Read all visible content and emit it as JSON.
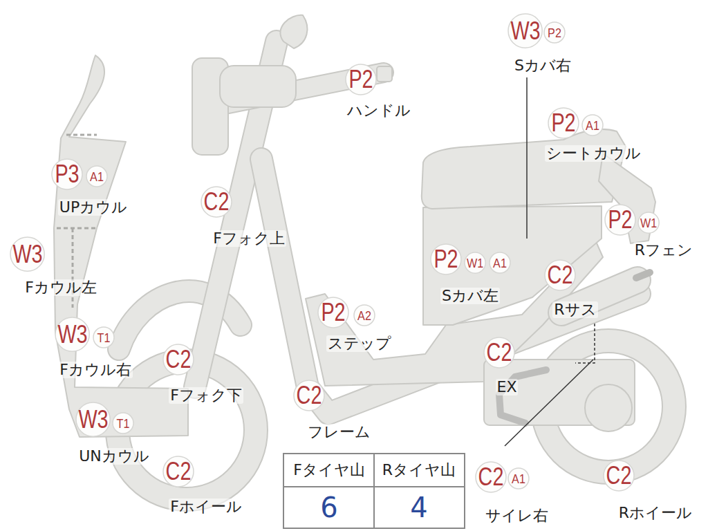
{
  "diagram": {
    "nodes": [
      {
        "text": [
          "W3"
        ]
      },
      {
        "text": [
          "P2"
        ]
      },
      {
        "text": [
          "P2"
        ]
      },
      {
        "text": [
          "P2"
        ]
      },
      {
        "text": [
          "A1"
        ]
      },
      {
        "text": [
          "P3"
        ]
      },
      {
        "text": [
          "A1"
        ]
      },
      {
        "text": [
          "C2"
        ]
      },
      {
        "text": [
          "P2"
        ]
      },
      {
        "text": [
          "W1"
        ]
      },
      {
        "text": [
          "W3"
        ]
      },
      {
        "text": [
          "P2"
        ]
      },
      {
        "text": [
          "W1"
        ]
      },
      {
        "text": [
          "A1"
        ]
      },
      {
        "text": [
          "C2"
        ]
      },
      {
        "text": [
          "P2"
        ]
      },
      {
        "text": [
          "A2"
        ]
      },
      {
        "text": [
          "W3"
        ]
      },
      {
        "text": [
          "T1"
        ]
      },
      {
        "text": [
          "C2"
        ]
      },
      {
        "text": [
          "C2"
        ]
      },
      {
        "text": [
          "C2"
        ]
      },
      {
        "text": [
          "W3"
        ]
      },
      {
        "text": [
          "T1"
        ]
      },
      {
        "text": [
          "C2"
        ]
      },
      {
        "text": [
          "C2"
        ]
      },
      {
        "text": [
          "A1"
        ]
      },
      {
        "text": [
          "C2"
        ]
      }
    ],
    "labels": [
      "Sカバ右",
      "ハンドル",
      "シートカウル",
      "UPカウル",
      "Fフォク上",
      "Rフェン",
      "Fカウル左",
      "Sカバ左",
      "Rサス",
      "ステップ",
      "Fカウル右",
      "Fフォク下",
      "EX",
      "フレーム",
      "UNカウル",
      "Fホイール",
      "サイレ右",
      "Rホイール",
      "Fタイヤ山",
      "Rタイヤ山",
      "6",
      "4"
    ]
  }
}
